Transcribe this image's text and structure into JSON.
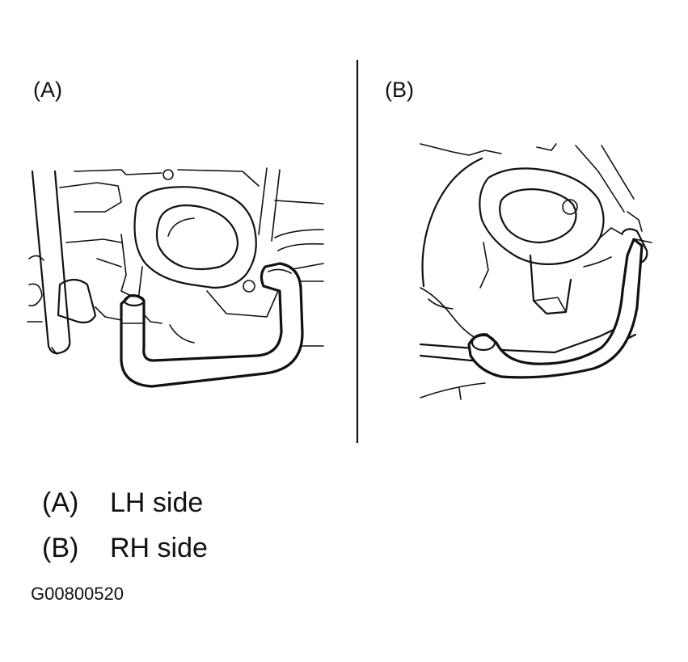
{
  "panels": {
    "a": {
      "label": "(A)"
    },
    "b": {
      "label": "(B)"
    }
  },
  "legend": [
    {
      "key": "(A)",
      "text": "LH side"
    },
    {
      "key": "(B)",
      "text": "RH side"
    }
  ],
  "figure_code": "G00800520"
}
